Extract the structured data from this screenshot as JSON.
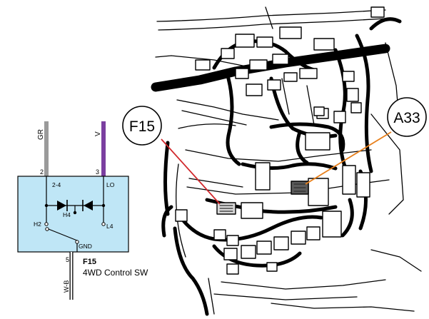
{
  "schematic": {
    "wire_left": {
      "color_code": "GR",
      "pin": "2",
      "color": "#9a9a9a"
    },
    "wire_right": {
      "color_code": "V",
      "pin": "3",
      "color": "#7b3fa0"
    },
    "wire_bottom": {
      "color_code": "W-B",
      "pin": "5"
    },
    "pin_labels": {
      "top_left": "2-4",
      "top_right": "LO",
      "diode": "H4",
      "bottom_left": "H2",
      "bottom_right": "L4",
      "ground": "GND"
    },
    "component_id": "F15",
    "component_name": "4WD Control SW",
    "box_color": "#bfe6f6"
  },
  "callouts": {
    "f15": {
      "label": "F15",
      "line_color": "#d0282c"
    },
    "a33": {
      "label": "A33",
      "line_color": "#e8801c"
    }
  }
}
